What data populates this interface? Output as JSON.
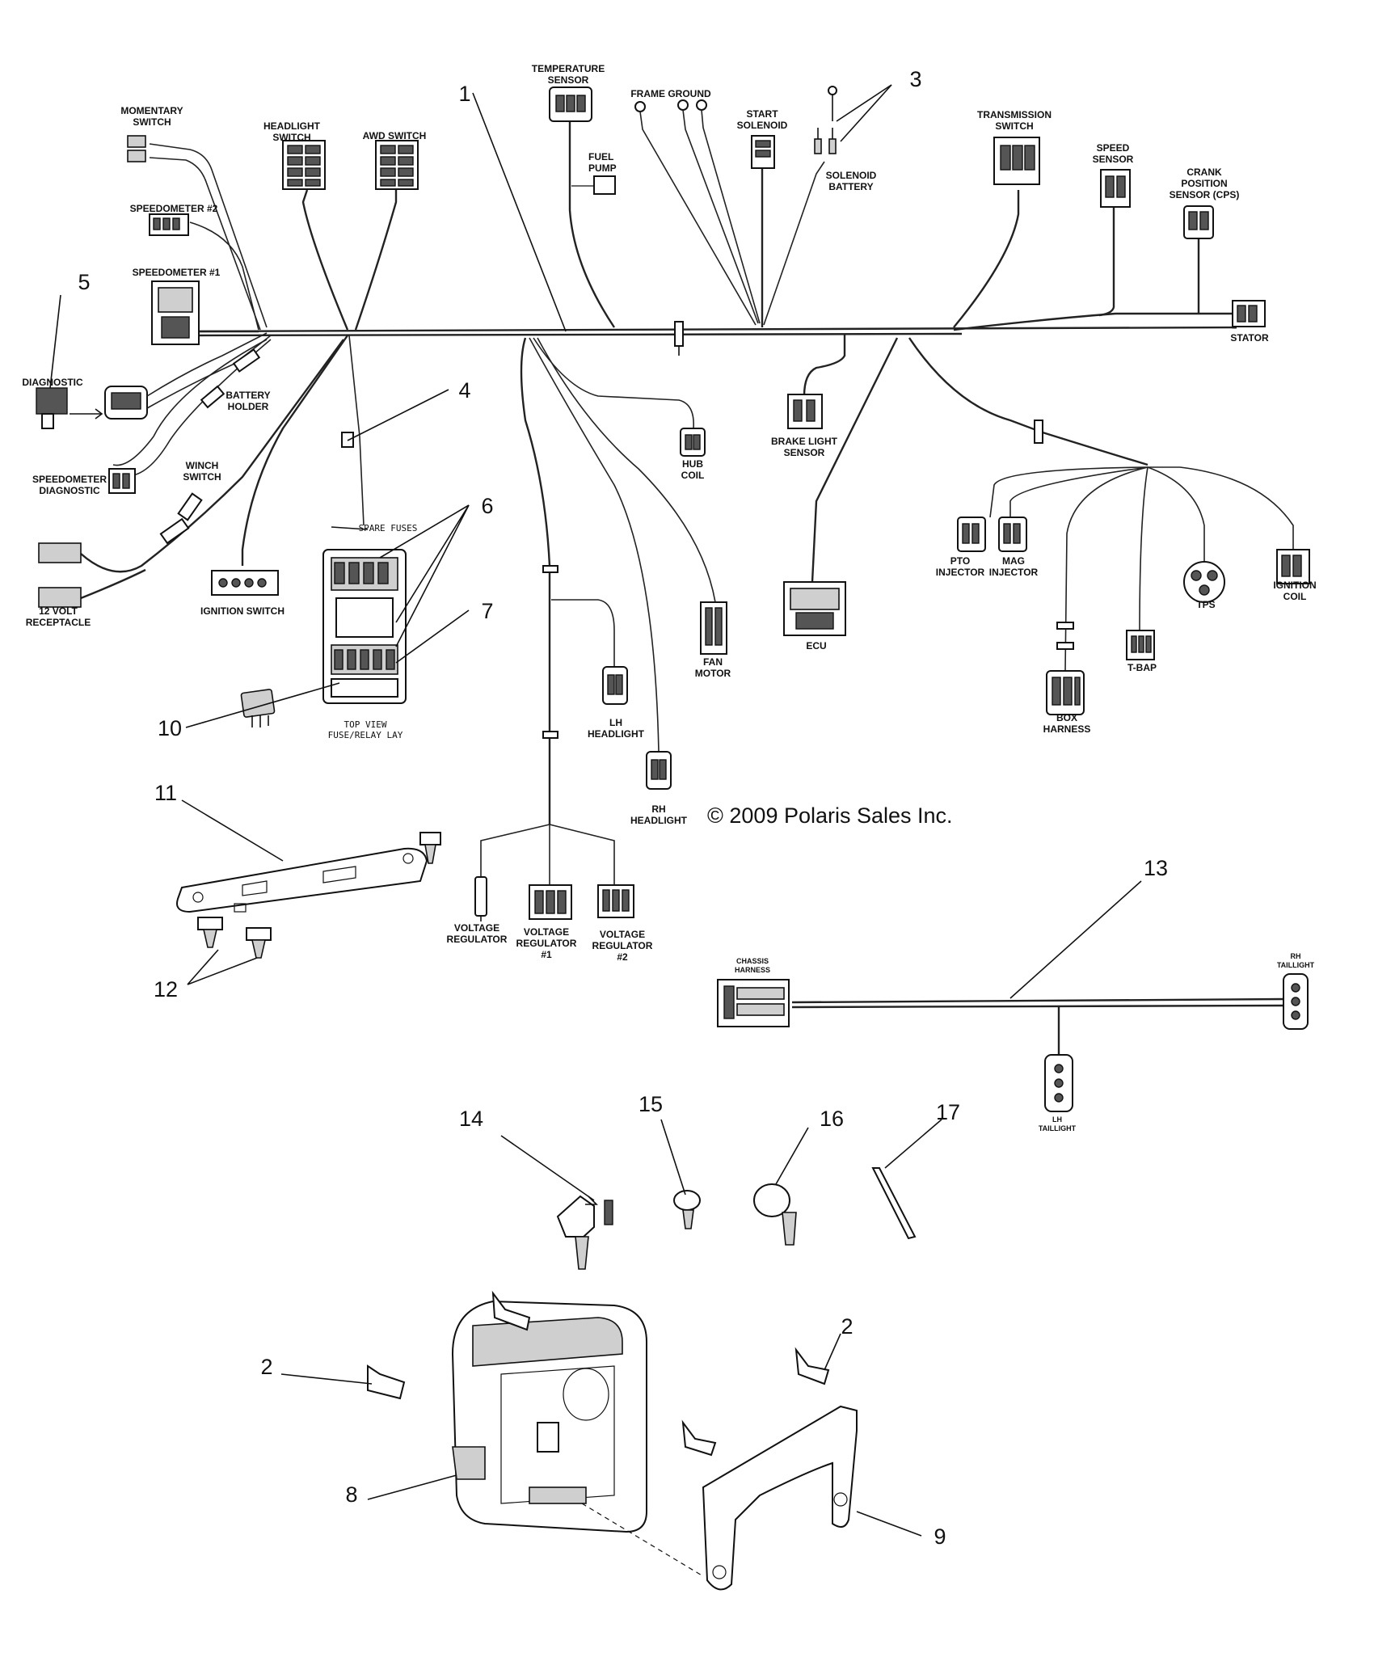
{
  "copyright": "© 2009 Polaris Sales Inc.",
  "connectors": {
    "momentary_switch": [
      "MOMENTARY",
      "SWITCH"
    ],
    "headlight_switch": [
      "HEADLIGHT",
      "SWITCH"
    ],
    "awd_switch": "AWD SWITCH",
    "temperature_sensor": [
      "TEMPERATURE",
      "SENSOR"
    ],
    "fuel_pump": [
      "FUEL",
      "PUMP"
    ],
    "frame_ground": "FRAME GROUND",
    "start_solenoid": [
      "START",
      "SOLENOID"
    ],
    "solenoid_battery": [
      "SOLENOID",
      "BATTERY"
    ],
    "transmission_switch": [
      "TRANSMISSION",
      "SWITCH"
    ],
    "speed_sensor": [
      "SPEED",
      "SENSOR"
    ],
    "crank_position_sensor": [
      "CRANK",
      "POSITION",
      "SENSOR (CPS)"
    ],
    "stator": "STATOR",
    "speedometer_2": "SPEEDOMETER #2",
    "speedometer_1": "SPEEDOMETER #1",
    "diagnostic": "DIAGNOSTIC",
    "battery_holder": [
      "BATTERY",
      "HOLDER"
    ],
    "speedometer_diagnostic": [
      "SPEEDOMETER",
      "DIAGNOSTIC"
    ],
    "winch_switch": [
      "WINCH",
      "SWITCH"
    ],
    "receptacle": [
      "12 VOLT",
      "RECEPTACLE"
    ],
    "ignition_switch": "IGNITION SWITCH",
    "spare_fuses": "SPARE FUSES",
    "fuse_box_caption": [
      "TOP VIEW",
      "FUSE/RELAY LAY"
    ],
    "hub_coil": [
      "HUB",
      "COIL"
    ],
    "brake_light_sensor": [
      "BRAKE LIGHT",
      "SENSOR"
    ],
    "fan_motor": [
      "FAN",
      "MOTOR"
    ],
    "ecu": "ECU",
    "lh_headlight": [
      "LH",
      "HEADLIGHT"
    ],
    "rh_headlight": [
      "RH",
      "HEADLIGHT"
    ],
    "pto_injector": [
      "PTO",
      "INJECTOR"
    ],
    "mag_injector": [
      "MAG",
      "INJECTOR"
    ],
    "tps": "TPS",
    "ignition_coil": [
      "IGNITION",
      "COIL"
    ],
    "t_bap": "T-BAP",
    "box_harness": [
      "BOX",
      "HARNESS"
    ],
    "voltage_regulator": [
      "VOLTAGE",
      "REGULATOR"
    ],
    "voltage_regulator_1": [
      "VOLTAGE",
      "REGULATOR",
      "#1"
    ],
    "voltage_regulator_2": [
      "VOLTAGE",
      "REGULATOR",
      "#2"
    ],
    "chassis_harness": [
      "CHASSIS",
      "HARNESS"
    ],
    "rh_taillight": [
      "RH",
      "TAILLIGHT"
    ],
    "lh_taillight": [
      "LH",
      "TAILLIGHT"
    ]
  },
  "callouts": {
    "c1": "1",
    "c2a": "2",
    "c2b": "2",
    "c3": "3",
    "c4": "4",
    "c5": "5",
    "c6": "6",
    "c7": "7",
    "c8": "8",
    "c9": "9",
    "c10": "10",
    "c11": "11",
    "c12": "12",
    "c13": "13",
    "c14": "14",
    "c15": "15",
    "c16": "16",
    "c17": "17"
  }
}
